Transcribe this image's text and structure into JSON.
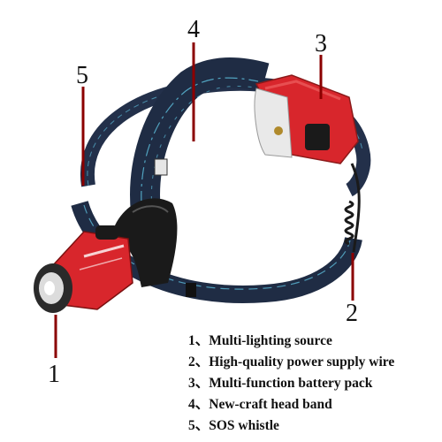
{
  "callouts": [
    {
      "number": "1"
    },
    {
      "number": "2"
    },
    {
      "number": "3"
    },
    {
      "number": "4"
    },
    {
      "number": "5"
    }
  ],
  "legend": [
    {
      "text": "1、Multi-lighting source"
    },
    {
      "text": "2、High-quality power supply wire"
    },
    {
      "text": "3、Multi-function battery pack"
    },
    {
      "text": "4、New-craft head band"
    },
    {
      "text": "5、SOS whistle"
    }
  ],
  "colors": {
    "callout_line": "#8b0000",
    "strap": "#1f2c44",
    "strap_pattern": "#5bb8d6",
    "red_housing": "#d8262c",
    "black_frame": "#1a1a1a"
  }
}
